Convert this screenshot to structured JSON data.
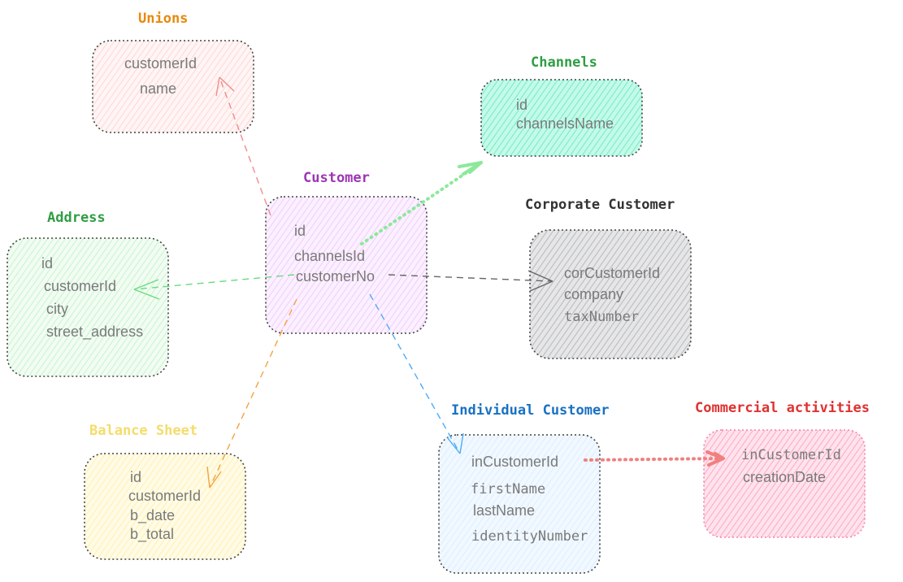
{
  "colors": {
    "unions": "#e8890c",
    "channels": "#2f9e44",
    "customer": "#9c36b5",
    "corporate": "#333333",
    "address": "#2f9e44",
    "balance": "#f5dc6b",
    "individual": "#1971c2",
    "commercial": "#e03131"
  },
  "entities": {
    "unions": {
      "title": "Unions",
      "fields": [
        "customerId",
        "name"
      ]
    },
    "channels": {
      "title": "Channels",
      "fields": [
        "id",
        "channelsName"
      ]
    },
    "customer": {
      "title": "Customer",
      "fields": [
        "id",
        "channelsId",
        "customerNo"
      ]
    },
    "corporate": {
      "title": "Corporate Customer",
      "fields": [
        "corCustomerId",
        "company",
        "taxNumber"
      ]
    },
    "address": {
      "title": "Address",
      "fields": [
        "id",
        "customerId",
        "city",
        "street_address"
      ]
    },
    "balance": {
      "title": "Balance Sheet",
      "fields": [
        "id",
        "customerId",
        "b_date",
        "b_total"
      ]
    },
    "individual": {
      "title": "Individual Customer",
      "fields": [
        "inCustomerId",
        "firstName",
        "lastName",
        "identityNumber"
      ]
    },
    "commercial": {
      "title": "Commercial activities",
      "fields": [
        "inCustomerId",
        "creationDate"
      ]
    }
  }
}
